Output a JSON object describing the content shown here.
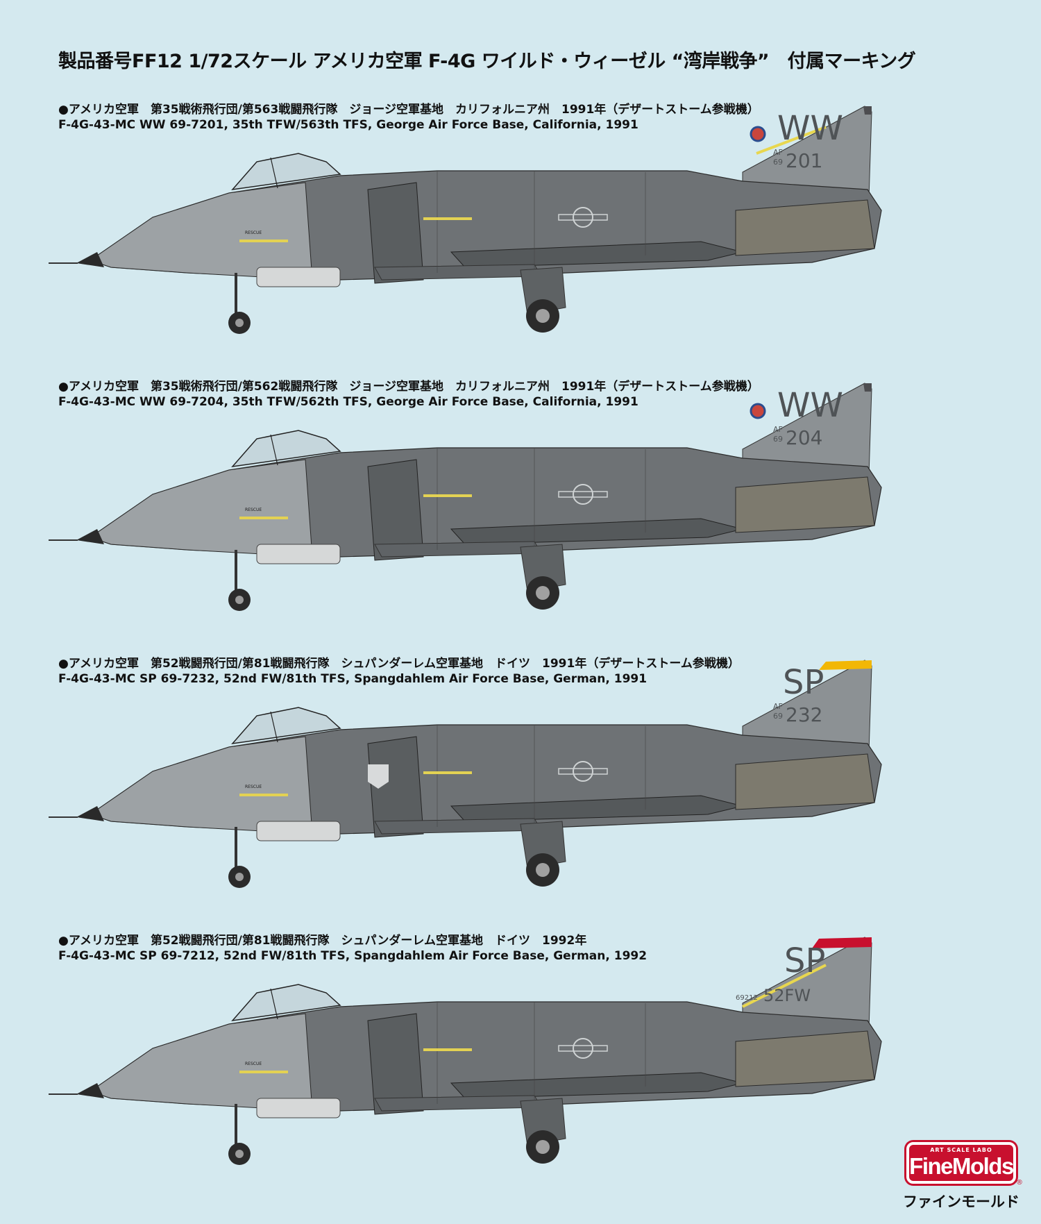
{
  "title": "製品番号FF12 1/72スケール アメリカ空軍 F-4G ワイルド・ウィーゼル “湾岸戦争”　付属マーキング",
  "entries": [
    {
      "jp": "●アメリカ空軍　第35戦術飛行団/第563戦闘飛行隊　ジョージ空軍基地　カリフォルニア州　1991年（デザートストーム参戦機）",
      "en": "F-4G-43-MC WW 69-7201, 35th TFW/563th TFS,  George Air Force Base, California, 1991",
      "tail_code": "WW",
      "tail_prefix": "AF",
      "tail_year": "69",
      "tail_number": "201",
      "tip_color": "#4d4d50",
      "rescue": "RESCUE"
    },
    {
      "jp": "●アメリカ空軍　第35戦術飛行団/第562戦闘飛行隊　ジョージ空軍基地　カリフォルニア州　1991年（デザートストーム参戦機）",
      "en": "F-4G-43-MC WW 69-7204, 35th TFW/562th TFS,  George Air Force Base, California, 1991",
      "tail_code": "WW",
      "tail_prefix": "AF",
      "tail_year": "69",
      "tail_number": "204",
      "tip_color": "#4d4d50",
      "rescue": "RESCUE"
    },
    {
      "jp": "●アメリカ空軍　第52戦闘飛行団/第81戦闘飛行隊　シュパンダーレム空軍基地　ドイツ　1991年（デザートストーム参戦機）",
      "en": "F-4G-43-MC SP 69-7232, 52nd FW/81th TFS,  Spangdahlem Air Force Base, German, 1991",
      "tail_code": "SP",
      "tail_prefix": "AF",
      "tail_year": "69",
      "tail_number": "232",
      "tip_color": "#f2b705",
      "rescue": "RESCUE"
    },
    {
      "jp": "●アメリカ空軍　第52戦闘飛行団/第81戦闘飛行隊　シュパンダーレム空軍基地　ドイツ　1992年",
      "en": "F-4G-43-MC SP 69-7212, 52nd FW/81th TFS,  Spangdahlem Air Force Base, German, 1992",
      "tail_code": "SP",
      "tail_prefix": "69212",
      "tail_year": "",
      "tail_number": "52FW",
      "tip_color": "#c8102e",
      "rescue": "RESCUE"
    }
  ],
  "logo": {
    "small": "ART SCALE LABO",
    "main": "FineMolds",
    "reg": "®",
    "kana": "ファインモールド",
    "color": "#c8102e"
  }
}
